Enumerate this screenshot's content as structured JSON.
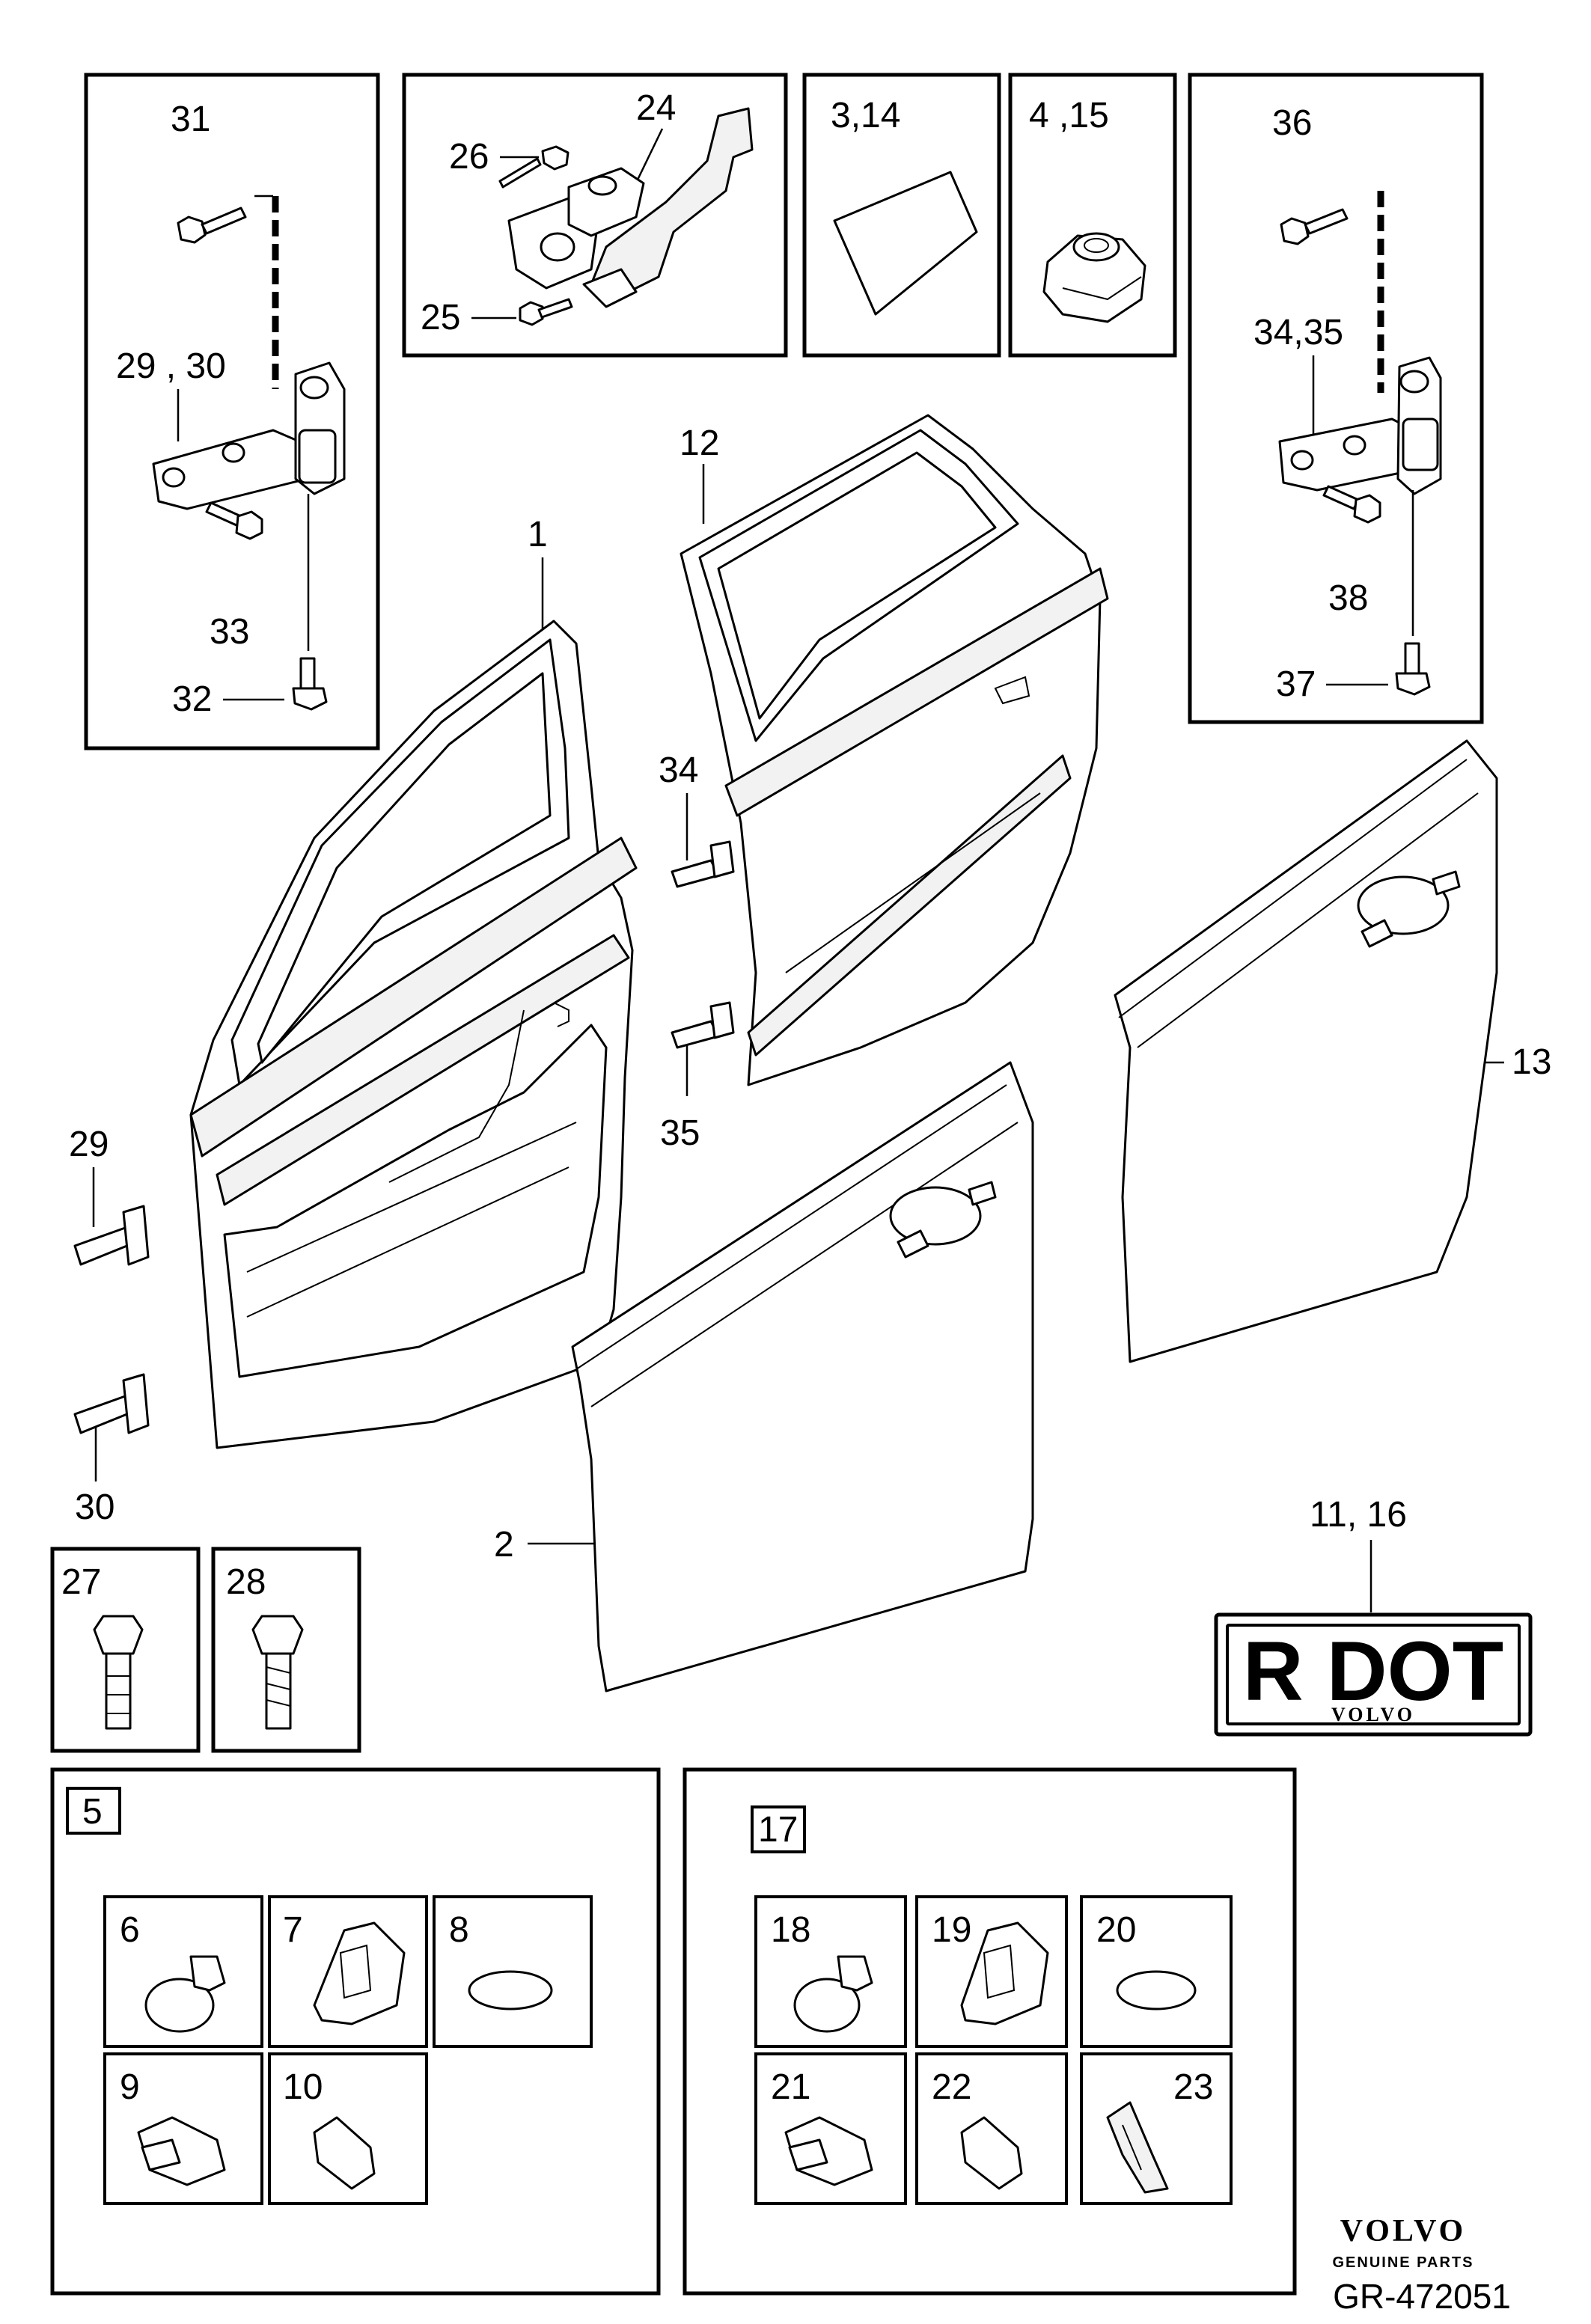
{
  "labels": {
    "l1": "1",
    "l2": "2",
    "l12": "12",
    "l13": "13",
    "l24": "24",
    "l25": "25",
    "l26": "26",
    "l314": "3,14",
    "l415": "4 ,15",
    "l31": "31",
    "l2930": "29 , 30",
    "l33": "33",
    "l32": "32",
    "l36": "36",
    "l3435": "34,35",
    "l38": "38",
    "l37": "37",
    "l34": "34",
    "l35": "35",
    "l29": "29",
    "l30": "30",
    "l27": "27",
    "l28": "28",
    "l1116": "11, 16",
    "l5": "5",
    "l6": "6",
    "l7": "7",
    "l8": "8",
    "l9": "9",
    "l10": "10",
    "l17": "17",
    "l18": "18",
    "l19": "19",
    "l20": "20",
    "l21": "21",
    "l22": "22",
    "l23": "23"
  },
  "badge": {
    "main": "R DOT",
    "brand": "VOLVO"
  },
  "logo": {
    "name": "VOLVO",
    "tagline": "GENUINE PARTS"
  },
  "diagram_code": "GR-472051"
}
